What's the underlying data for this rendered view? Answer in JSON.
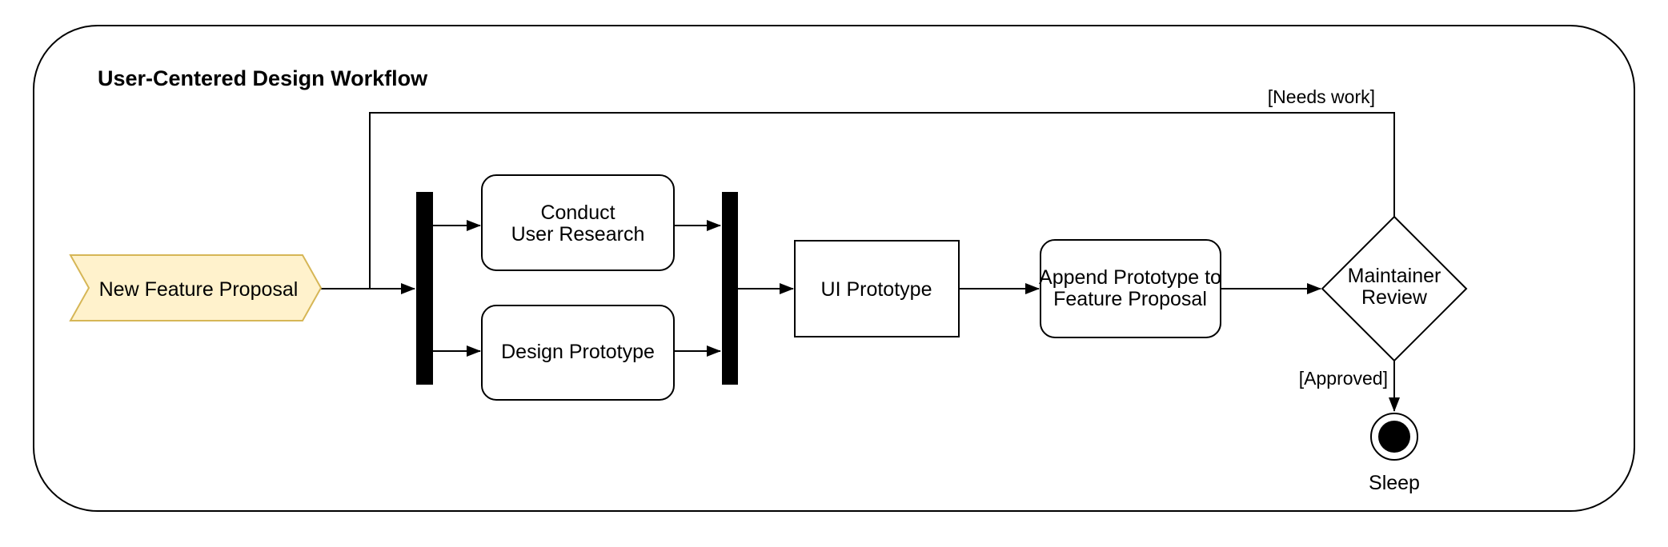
{
  "diagram": {
    "title": "User-Centered Design Workflow",
    "nodes": {
      "proposal": {
        "label": "New Feature Proposal"
      },
      "research": {
        "line1": "Conduct",
        "line2": "User Research"
      },
      "design": {
        "label": "Design Prototype"
      },
      "prototype": {
        "label": "UI Prototype"
      },
      "append": {
        "line1": "Append Prototype to",
        "line2": "Feature Proposal"
      },
      "review": {
        "line1": "Maintainer",
        "line2": "Review"
      },
      "final": {
        "label": "Sleep"
      }
    },
    "edge_labels": {
      "needs_work": "[Needs work]",
      "approved": "[Approved]"
    },
    "colors": {
      "signal_fill": "#FFF2CC",
      "signal_stroke": "#D6B656",
      "line": "#000000",
      "background": "#FFFFFF"
    }
  }
}
